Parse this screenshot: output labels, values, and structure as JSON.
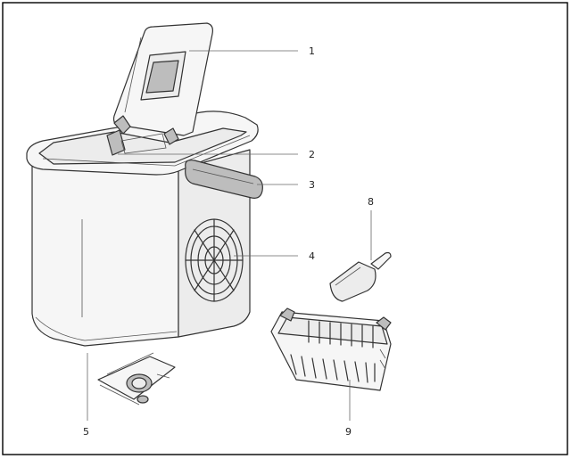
{
  "callouts": [
    {
      "id": "c1",
      "label": "1"
    },
    {
      "id": "c2",
      "label": "2"
    },
    {
      "id": "c3",
      "label": "3"
    },
    {
      "id": "c4",
      "label": "4"
    },
    {
      "id": "c5",
      "label": "5"
    },
    {
      "id": "c8",
      "label": "8"
    },
    {
      "id": "c9",
      "label": "9"
    }
  ],
  "colors": {
    "line": "#333333",
    "body": "#f6f6f6",
    "frame": "#000000"
  }
}
